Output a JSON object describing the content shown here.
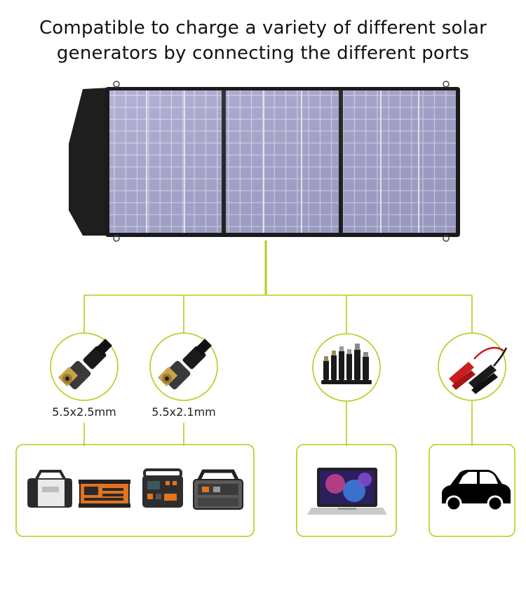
{
  "headline": {
    "line1": "Compatible to charge a variety of different solar",
    "line2": "generators by connecting the different ports"
  },
  "ports": [
    {
      "name": "dc-5525-plug",
      "label": "5.5x2.5mm"
    },
    {
      "name": "dc-5521-plug",
      "label": "5.5x2.1mm"
    },
    {
      "name": "laptop-tips",
      "label": ""
    },
    {
      "name": "alligator-clips",
      "label": ""
    }
  ],
  "devices": {
    "generators": [
      "power-station-1",
      "power-station-2",
      "power-station-3",
      "power-station-4"
    ],
    "laptop": "laptop-icon",
    "car": "car-icon"
  },
  "colors": {
    "connector_line": "#b5cc18",
    "panel_frame": "#1b1b1b",
    "panel_cell": "#9b9ac8",
    "clip_red": "#c81e1e"
  }
}
